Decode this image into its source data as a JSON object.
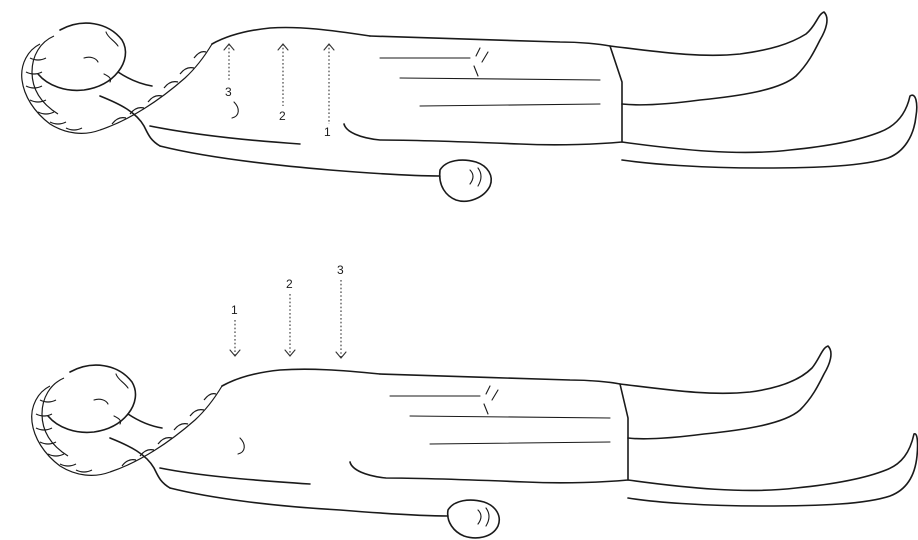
{
  "figures": [
    {
      "id": "top",
      "description_labels": [
        "1",
        "2",
        "3"
      ],
      "arrows": [
        {
          "label": "3",
          "direction": "up"
        },
        {
          "label": "2",
          "direction": "up"
        },
        {
          "label": "1",
          "direction": "up"
        }
      ]
    },
    {
      "id": "bottom",
      "arrows": [
        {
          "label": "1",
          "direction": "down"
        },
        {
          "label": "2",
          "direction": "down"
        },
        {
          "label": "3",
          "direction": "down"
        }
      ]
    }
  ],
  "colors": {
    "ink": "#1a1a1a",
    "background": "#ffffff"
  }
}
